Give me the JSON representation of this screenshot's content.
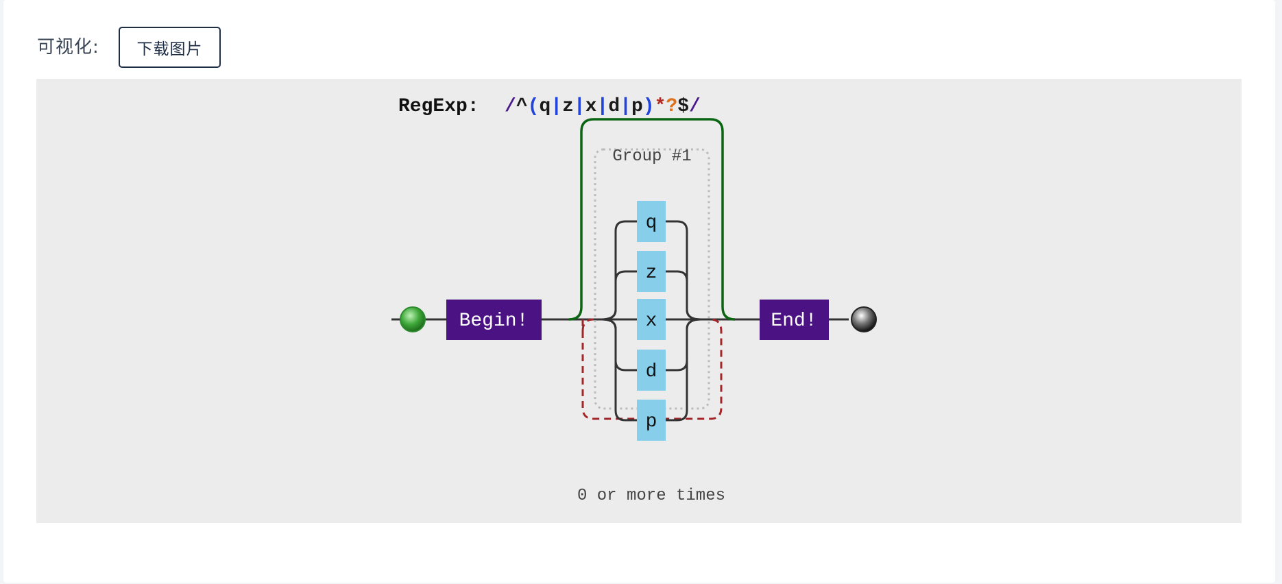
{
  "toolbar": {
    "label": "可视化:",
    "download_label": "下载图片"
  },
  "diagram": {
    "regexp_prefix": "RegExp:",
    "regexp_tokens": [
      {
        "text": "/",
        "color": "#4b1a8c"
      },
      {
        "text": "^",
        "color": "#1a1a1a"
      },
      {
        "text": "(",
        "color": "#2244dd"
      },
      {
        "text": "q",
        "color": "#1a1a1a"
      },
      {
        "text": "|",
        "color": "#2244dd"
      },
      {
        "text": "z",
        "color": "#1a1a1a"
      },
      {
        "text": "|",
        "color": "#2244dd"
      },
      {
        "text": "x",
        "color": "#1a1a1a"
      },
      {
        "text": "|",
        "color": "#2244dd"
      },
      {
        "text": "d",
        "color": "#1a1a1a"
      },
      {
        "text": "|",
        "color": "#2244dd"
      },
      {
        "text": "p",
        "color": "#1a1a1a"
      },
      {
        "text": ")",
        "color": "#2244dd"
      },
      {
        "text": "*",
        "color": "#b0281e"
      },
      {
        "text": "?",
        "color": "#e0701a"
      },
      {
        "text": "$",
        "color": "#1a1a1a"
      },
      {
        "text": "/",
        "color": "#4b1a8c"
      }
    ],
    "begin_label": "Begin!",
    "end_label": "End!",
    "group_label": "Group #1",
    "repeat_label": "0 or more times",
    "alternatives": [
      "q",
      "z",
      "x",
      "d",
      "p"
    ],
    "colors": {
      "terminal_box": "#4b1283",
      "char_box": "#87ceeb",
      "group_border": "#0a6412",
      "repeat_border": "#a3262a",
      "inner_group_border": "#bbbbbb",
      "start_node": "#3a9a3a",
      "end_node": "#555555",
      "line": "#333333"
    }
  }
}
